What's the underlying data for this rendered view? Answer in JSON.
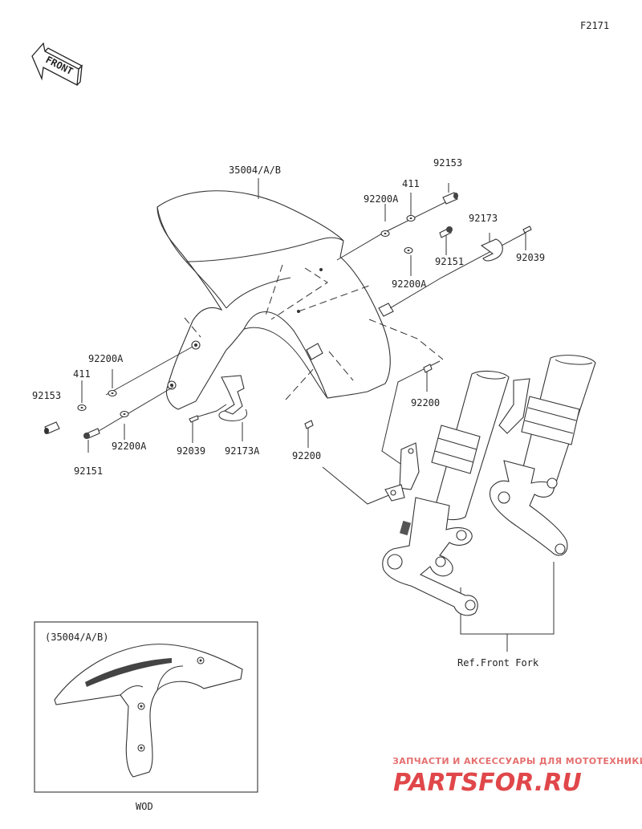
{
  "figure_id": "F2171",
  "direction_arrow": "FRONT",
  "labels": {
    "fender": "35004/A/B",
    "bolt_left": "92153",
    "bolt_right": "92153",
    "collar_left": "411",
    "collar_right": "411",
    "washer_left_upper": "92200A",
    "washer_left_lower": "92200A",
    "washer_right_upper": "92200A",
    "washer_right_lower": "92200A",
    "screw_left": "92151",
    "screw_right": "92151",
    "clamp_left": "92173A",
    "clamp_right": "92173",
    "pin_left": "92039",
    "pin_right": "92039",
    "nut_center": "92200",
    "nut_right": "92200",
    "fork_ref": "Ref.Front Fork"
  },
  "inset": {
    "title": "(35004/A/B)",
    "caption": "WOD"
  },
  "watermark": {
    "top": "ЗАПЧАСТИ И АКСЕССУАРЫ ДЛЯ МОТОТЕХНИКИ",
    "logo": "PARTSFOR.RU"
  }
}
